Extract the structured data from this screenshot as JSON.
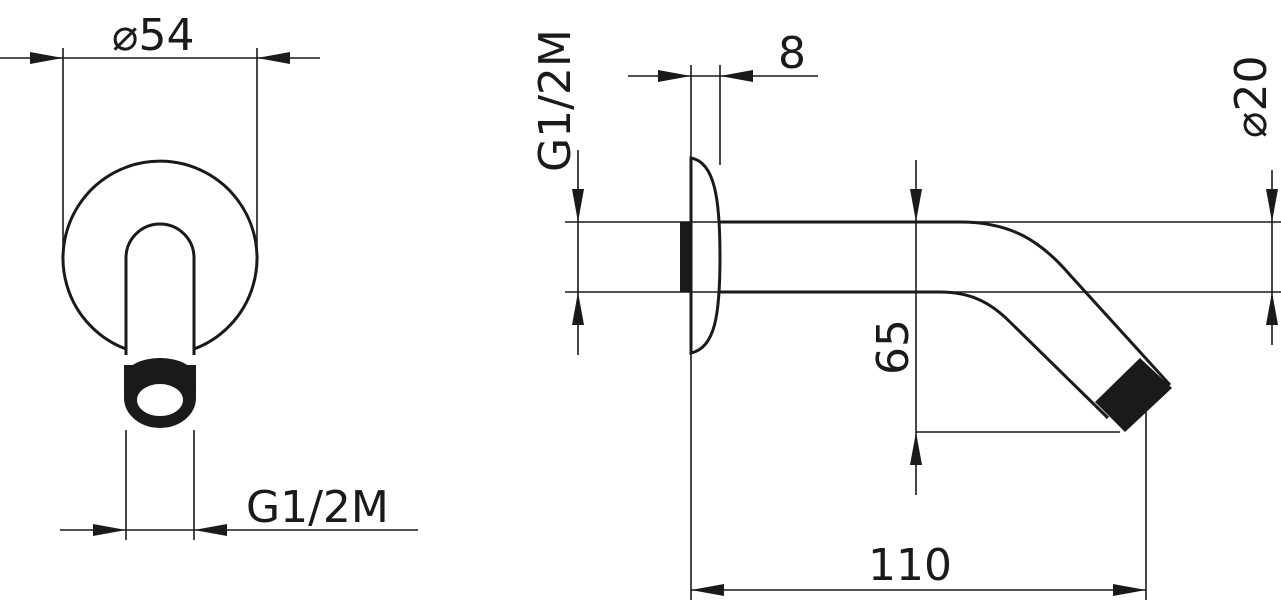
{
  "diameter_symbol": "⌀",
  "front_view": {
    "flange_diameter": "54",
    "thread_label": "G1/2M"
  },
  "side_view": {
    "thread_label": "G1/2M",
    "flange_thickness": "8",
    "pipe_diameter": "20",
    "drop_height": "65",
    "projection_length": "110"
  },
  "colors": {
    "line": "#1a1a1a",
    "background": "#ffffff"
  }
}
